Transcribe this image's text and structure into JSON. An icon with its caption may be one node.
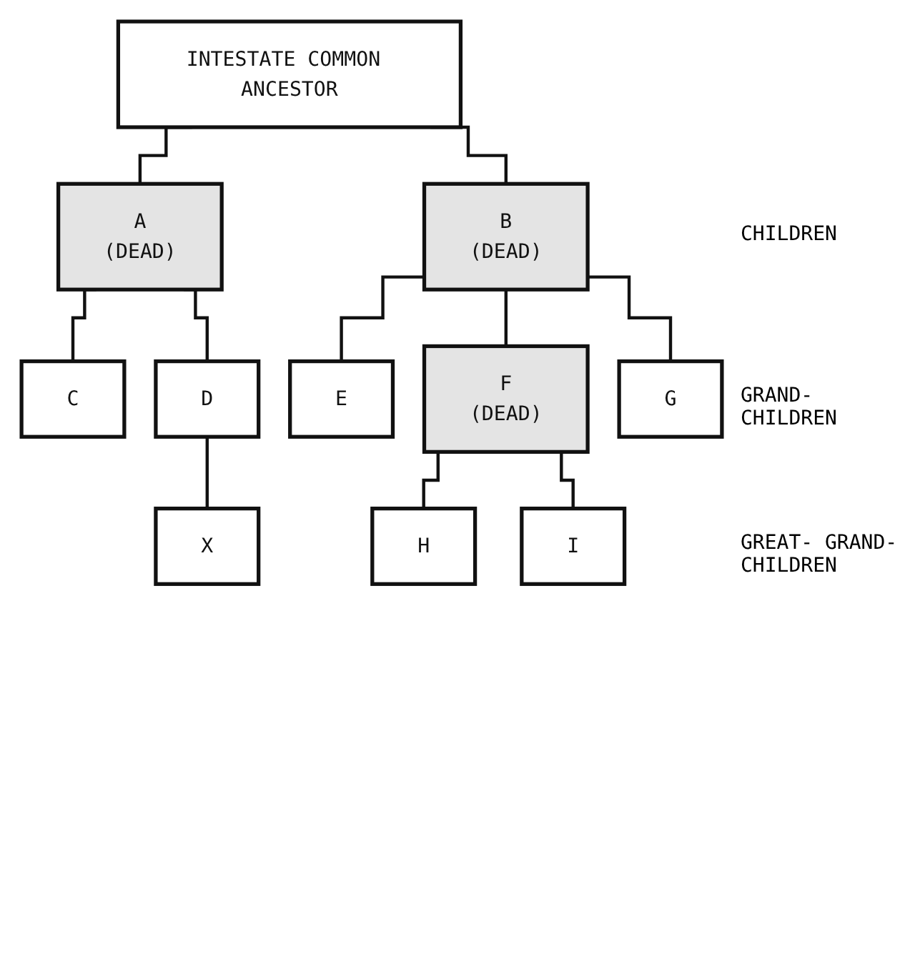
{
  "diagram": {
    "nodes": [
      {
        "text": [
          "INTESTATE COMMON ANCESTOR"
        ]
      },
      {
        "text": [
          "A",
          "(DEAD)"
        ]
      },
      {
        "text": [
          "B",
          "(DEAD)"
        ]
      },
      {
        "text": [
          "C"
        ]
      },
      {
        "text": [
          "D"
        ]
      },
      {
        "text": [
          "E"
        ]
      },
      {
        "text": [
          "F",
          "(DEAD)"
        ]
      },
      {
        "text": [
          "G"
        ]
      },
      {
        "text": [
          "X"
        ]
      },
      {
        "text": [
          "H"
        ]
      },
      {
        "text": [
          "I"
        ]
      }
    ],
    "edges": [
      {
        "from": 0,
        "to": 1,
        "arrow": "none"
      },
      {
        "from": 0,
        "to": 2,
        "arrow": "none"
      },
      {
        "from": 1,
        "to": 3,
        "arrow": "none"
      },
      {
        "from": 1,
        "to": 4,
        "arrow": "none"
      },
      {
        "from": 2,
        "to": 5,
        "arrow": "none"
      },
      {
        "from": 2,
        "to": 6,
        "arrow": "none"
      },
      {
        "from": 2,
        "to": 7,
        "arrow": "none"
      },
      {
        "from": 4,
        "to": 8,
        "arrow": "none"
      },
      {
        "from": 6,
        "to": 9,
        "arrow": "none"
      },
      {
        "from": 6,
        "to": 10,
        "arrow": "none"
      }
    ],
    "labels": [
      "CHILDREN",
      "GRAND- CHILDREN",
      "GREAT- GRAND- CHILDREN"
    ]
  }
}
